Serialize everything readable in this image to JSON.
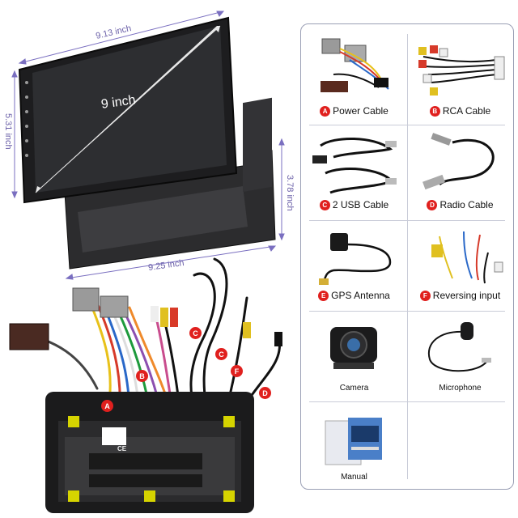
{
  "dimensions": {
    "top_width": "9.13 inch",
    "left_height": "5.31 inch",
    "screen_diagonal": "9 inch",
    "right_height": "3.78 inch",
    "bottom_width": "9.25 inch"
  },
  "accessories": [
    {
      "badge": "A",
      "label": "Power Cable"
    },
    {
      "badge": "B",
      "label": "RCA Cable"
    },
    {
      "badge": "C",
      "label": "2 USB Cable"
    },
    {
      "badge": "D",
      "label": "Radio Cable"
    },
    {
      "badge": "E",
      "label": "GPS Antenna"
    },
    {
      "badge": "F",
      "label": "Reversing input"
    },
    {
      "badge": "",
      "label": "Camera"
    },
    {
      "badge": "",
      "label": "Microphone"
    },
    {
      "badge": "",
      "label": "Manual"
    }
  ],
  "wire_markers": [
    "C",
    "C",
    "B",
    "F",
    "A",
    "D"
  ],
  "unit_marking": "CE",
  "colors": {
    "badge": "#e0201e",
    "dimension": "#6a5fa8",
    "panel_border": "#9a9fb5"
  },
  "icons": [
    "power-cable-icon",
    "rca-cable-icon",
    "usb-cable-icon",
    "radio-cable-icon",
    "gps-antenna-icon",
    "reversing-cable-icon",
    "camera-icon",
    "microphone-icon",
    "manual-icon"
  ]
}
